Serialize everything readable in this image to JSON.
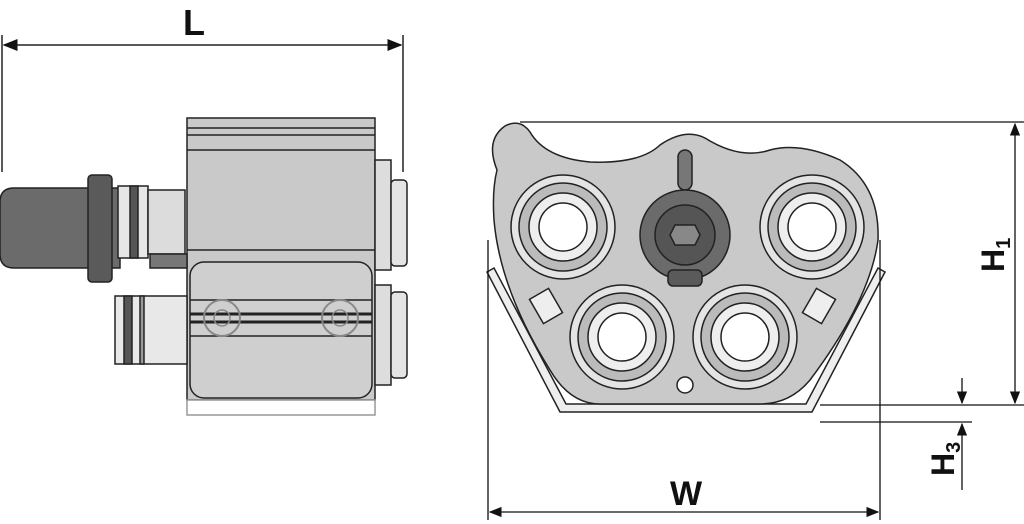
{
  "dimensions": {
    "length_label": "L",
    "width_label": "W",
    "height1_label": "H",
    "height1_sub": "1",
    "height3_label": "H",
    "height3_sub": "3"
  },
  "colors": {
    "body": "#c9c9c9",
    "dark": "#6b6b6b",
    "line": "#222222",
    "light": "#e6e6e6"
  }
}
